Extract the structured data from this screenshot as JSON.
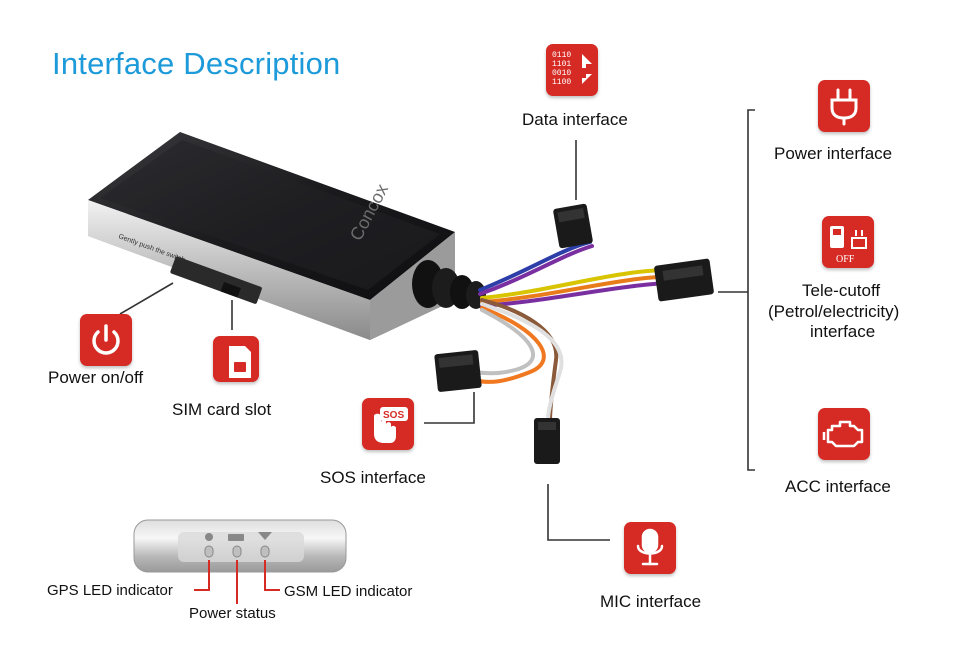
{
  "title": "Interface Description",
  "device": {
    "brand": "Concox",
    "switch_hint": "Gently push the switch"
  },
  "labels": {
    "data_interface": "Data interface",
    "power_interface": "Power interface",
    "tele_cutoff_line1": "Tele-cutoff",
    "tele_cutoff_line2": "(Petrol/electricity)",
    "tele_cutoff_line3": "interface",
    "acc_interface": "ACC interface",
    "power_on_off": "Power on/off",
    "sim_card_slot": "SIM card slot",
    "sos_interface": "SOS interface",
    "mic_interface": "MIC interface",
    "gps_led": "GPS LED indicator",
    "power_status": "Power status",
    "gsm_led": "GSM LED indicator"
  },
  "icon_text": {
    "data_bits": [
      "0110",
      "1101",
      "0010",
      "1100"
    ],
    "sos": "SOS",
    "off": "OFF"
  },
  "colors": {
    "title": "#1d9ad9",
    "icon_bg": "#d62b25",
    "leader": "#333333",
    "led_leader": "#d62b25"
  },
  "icons": [
    "data-transfer-icon",
    "power-plug-icon",
    "fuel-cutoff-icon",
    "engine-icon",
    "power-button-icon",
    "sim-card-icon",
    "sos-touch-icon",
    "microphone-icon"
  ]
}
